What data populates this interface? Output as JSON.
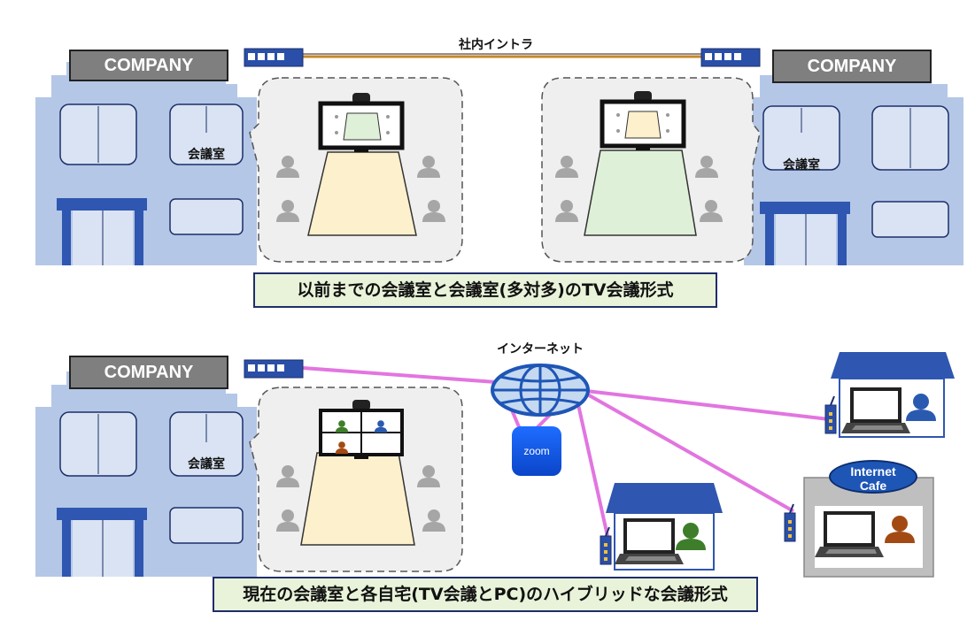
{
  "top_section": {
    "left_company": "COMPANY",
    "right_company": "COMPANY",
    "network_label": "社内イントラ",
    "left_room_label": "会議室",
    "right_room_label": "会議室",
    "caption": "以前までの会議室と会議室(多対多)のTV会議形式"
  },
  "bottom_section": {
    "company": "COMPANY",
    "room_label": "会議室",
    "internet_label": "インターネット",
    "zoom_label": "zoom",
    "cafe_label_line1": "Internet",
    "cafe_label_line2": "Cafe",
    "caption": "現在の会議室と各自宅(TV会議とPC)のハイブリッドな会議形式"
  },
  "colors": {
    "building": "#b4c7e7",
    "building_dark": "#2f56b0",
    "window": "#dae3f3",
    "room_bg": "#efefef",
    "table_yellow": "#fdf0cc",
    "table_green": "#dff0d8",
    "caption_bg": "#e8f3d9",
    "link_pink": "#e275e0",
    "intranet_line": "#c8862a",
    "person": "#a6a6a6"
  },
  "icons": [
    "network-switch-icon",
    "monitor-icon",
    "camera-icon",
    "person-icon",
    "globe-icon",
    "zoom-app-icon",
    "laptop-icon",
    "router-icon",
    "house-icon",
    "user-avatar-icon"
  ]
}
